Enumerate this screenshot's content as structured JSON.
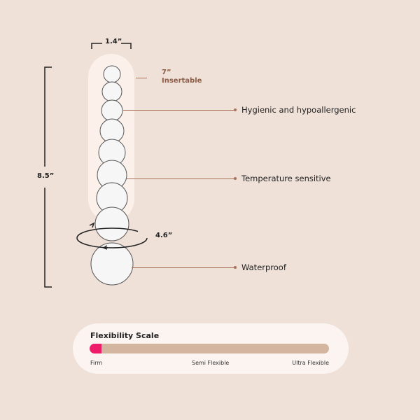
{
  "dimensions": {
    "width": "1.4”",
    "length": "8.5”",
    "circumference": "4.6”",
    "insertable_value": "7”",
    "insertable_label": "Insertable"
  },
  "features": [
    "Hygienic and hypoallergenic",
    "Temperature sensitive",
    "Waterproof"
  ],
  "flexibility": {
    "title": "Flexibility Scale",
    "level_percent": 5,
    "labels": [
      "Firm",
      "Semi Flexible",
      "Ultra Flexible"
    ]
  },
  "colors": {
    "background": "#efe1d8",
    "accent": "#ee1c6b",
    "bar": "#d4b5a0",
    "brown": "#8c5b45"
  }
}
